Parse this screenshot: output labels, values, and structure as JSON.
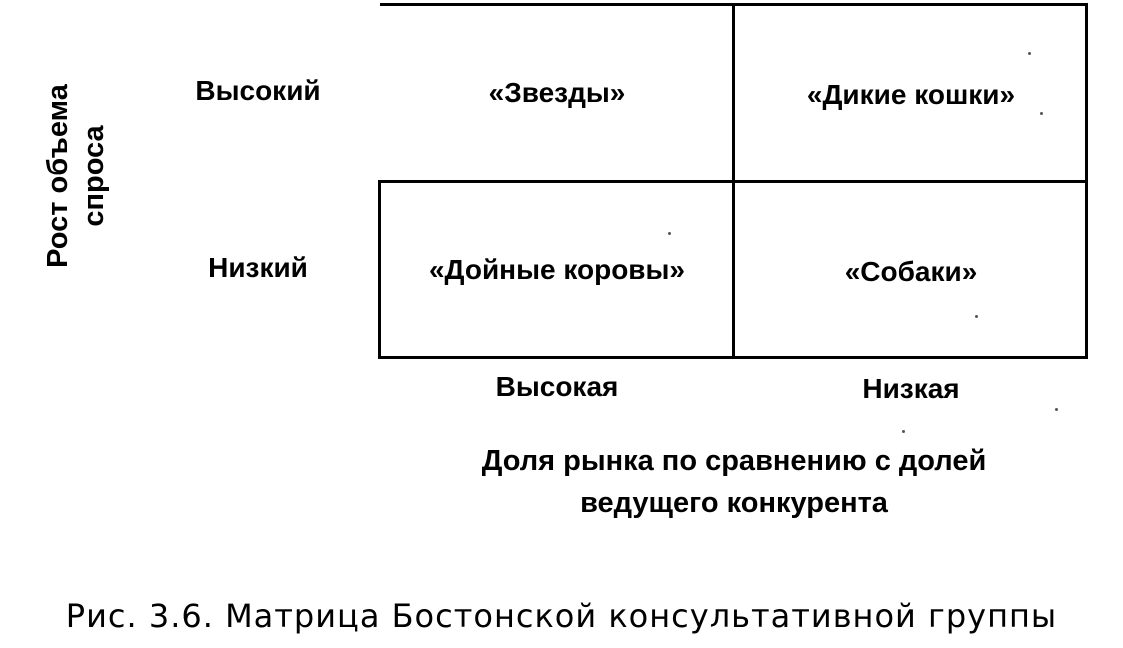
{
  "y_axis": {
    "label_line1": "Рост объема",
    "label_line2": "спроса"
  },
  "rows": [
    {
      "label": "Высокий"
    },
    {
      "label": "Низкий"
    }
  ],
  "cells": {
    "high_high": "«Звезды»",
    "high_low": "«Дикие кошки»",
    "low_high": "«Дойные коровы»",
    "low_low": "«Собаки»"
  },
  "columns": [
    {
      "label": "Высокая"
    },
    {
      "label": "Низкая"
    }
  ],
  "x_axis": {
    "label_line1": "Доля рынка по сравнению с долей",
    "label_line2": "ведущего конкурента"
  },
  "caption": "Рис. 3.6. Матрица Бостонской консультативной группы"
}
